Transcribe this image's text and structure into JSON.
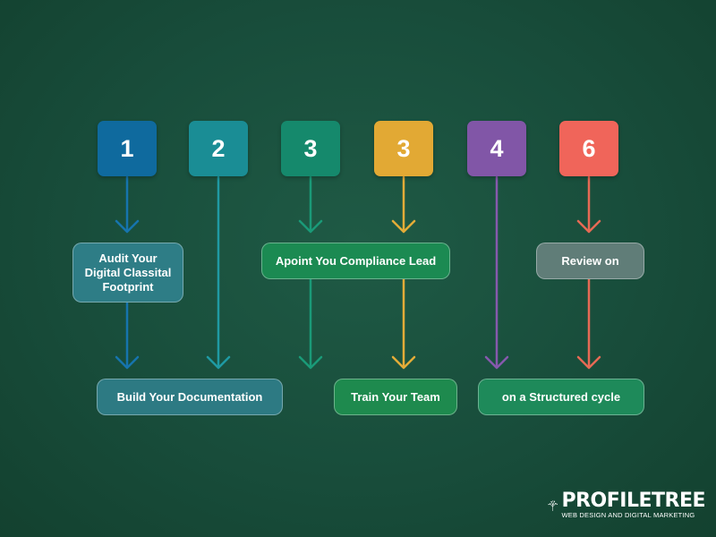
{
  "steps": [
    {
      "number": "1",
      "color": "#0f6a9e"
    },
    {
      "number": "2",
      "color": "#1a8d95"
    },
    {
      "number": "3",
      "color": "#15896c"
    },
    {
      "number": "3",
      "color": "#e2a934"
    },
    {
      "number": "4",
      "color": "#8156a7"
    },
    {
      "number": "6",
      "color": "#f0655a"
    }
  ],
  "labels": {
    "audit": "Audit Your Digital Classital Footprint",
    "appoint": "Apoint You Compliance Lead",
    "review": "Review on",
    "build": "Build Your Documentation",
    "train": "Train Your Team",
    "cycle": "on a Structured cycle"
  },
  "label_colors": {
    "audit": "#2e7d86",
    "appoint": "#1b8a52",
    "review": "#607d78",
    "build": "#2d7a83",
    "train": "#1e8a4e",
    "cycle": "#1e8a5a"
  },
  "logo": {
    "name": "PROFILETREE",
    "tagline": "WEB DESIGN AND DIGITAL MARKETING"
  }
}
